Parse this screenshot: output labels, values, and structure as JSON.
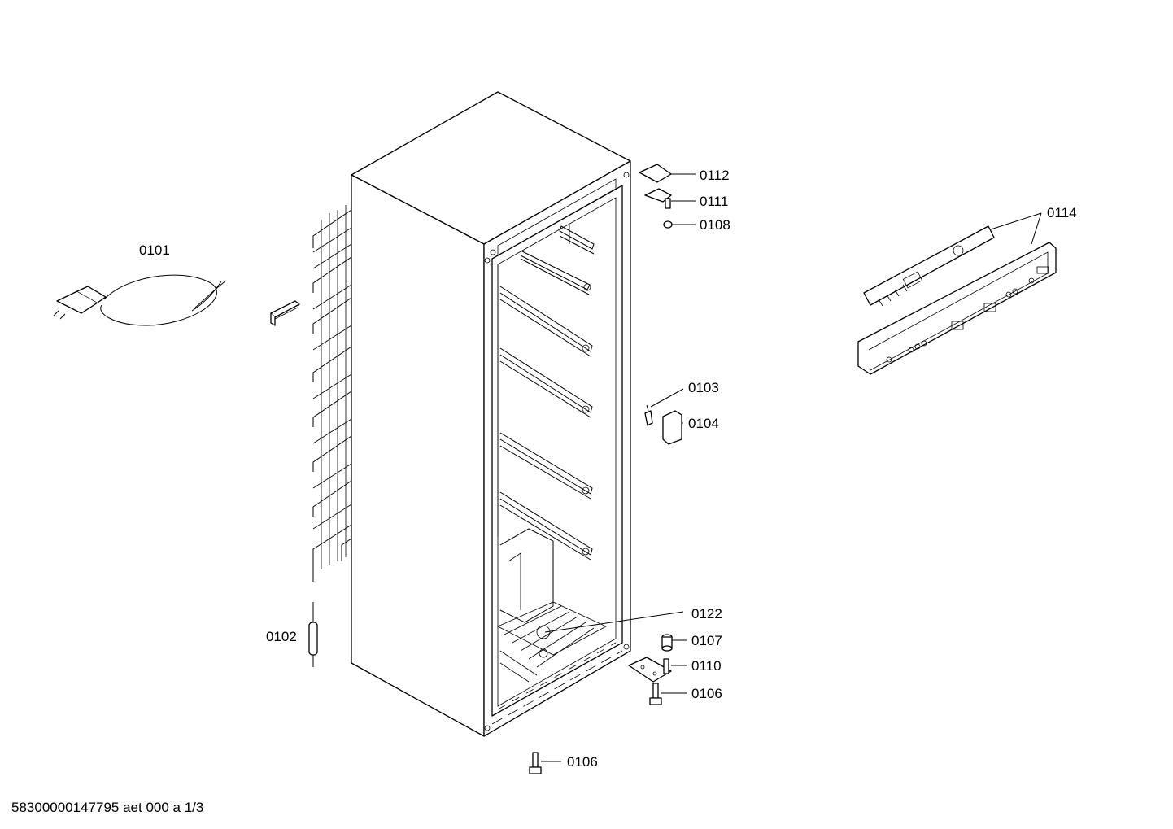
{
  "labels": {
    "p0101": "0101",
    "p0102": "0102",
    "p0103": "0103",
    "p0104": "0104",
    "p0106a": "0106",
    "p0106b": "0106",
    "p0107": "0107",
    "p0108": "0108",
    "p0110": "0110",
    "p0111": "0111",
    "p0112": "0112",
    "p0114": "0114",
    "p0122": "0122"
  },
  "footer": {
    "doc_id": "58300000147795 aet 000 a 1/3"
  }
}
